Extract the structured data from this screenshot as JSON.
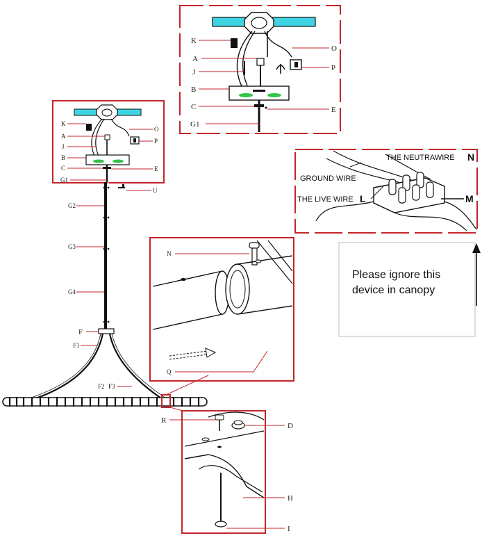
{
  "labels": {
    "top_inset": [
      "K",
      "A",
      "J",
      "B",
      "C",
      "G1",
      "O",
      "P",
      "E"
    ],
    "left_inset": [
      "K",
      "A",
      "J",
      "B",
      "C",
      "G1",
      "O",
      "P",
      "E"
    ],
    "rod": [
      "U",
      "G2",
      "G3",
      "G4",
      "F",
      "F1",
      "F2",
      "F3"
    ],
    "mid_inset": [
      "N",
      "Q"
    ],
    "bottom_inset": [
      "R",
      "D",
      "H",
      "I"
    ]
  },
  "wiring": {
    "neutral": "THE NEUTRAWIRE",
    "neutral_letter": "N",
    "ground": "GROUND WIRE",
    "live": "THE LIVE WIRE",
    "live_letter": "L",
    "block_letter": "M"
  },
  "note": {
    "line1": "Please ignore this",
    "line2": "device in canopy"
  },
  "colors": {
    "frame": "#c2252b",
    "bar": "#3fd4e4",
    "plate_green": "#33c24a",
    "ink": "#111111"
  }
}
